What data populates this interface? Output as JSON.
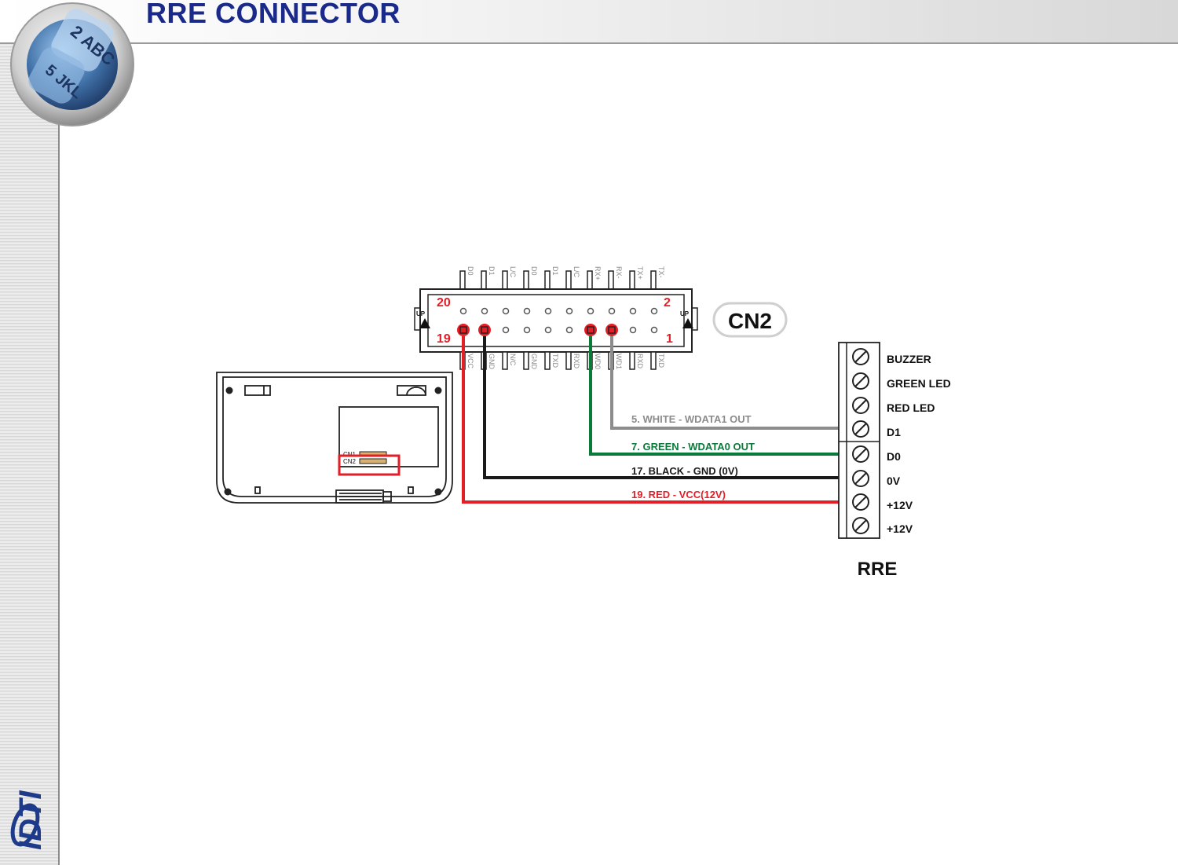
{
  "header": {
    "title": "RRE CONNECTOR"
  },
  "corner_logo": {
    "key_top": "2 ABC",
    "key_bottom": "5 JKL"
  },
  "brand_logo": {
    "text": "IDTI"
  },
  "connector": {
    "name": "CN2",
    "pin_top_left": "20",
    "pin_top_right": "2",
    "pin_bottom_left": "19",
    "pin_bottom_right": "1",
    "up_label": "UP",
    "top_pin_labels": [
      "D0",
      "D1",
      "L/C",
      "D0",
      "D1",
      "L/C",
      "RX+",
      "RX-",
      "TX+",
      "TX-"
    ],
    "bottom_pin_labels": [
      "VCC",
      "GND",
      "N/C",
      "GND",
      "TXD",
      "RXD",
      "WD0",
      "WD1",
      "RXD",
      "TXD"
    ]
  },
  "reader_board": {
    "cn1_label": "CN1",
    "cn2_label": "CN2"
  },
  "wires": [
    {
      "label": "5. WHITE - WDATA1 OUT",
      "color": "#8c8c8c"
    },
    {
      "label": "7. GREEN - WDATA0 OUT",
      "color": "#0a7a3a"
    },
    {
      "label": "17. BLACK - GND (0V)",
      "color": "#1a1a1a"
    },
    {
      "label": "19. RED - VCC(12V)",
      "color": "#e41e26"
    }
  ],
  "terminal": {
    "name": "RRE",
    "labels": [
      "BUZZER",
      "GREEN LED",
      "RED LED",
      "D1",
      "D0",
      "0V",
      "+12V",
      "+12V"
    ]
  },
  "colors": {
    "title": "#1a2a8a",
    "pin_highlight": "#e41e26"
  }
}
